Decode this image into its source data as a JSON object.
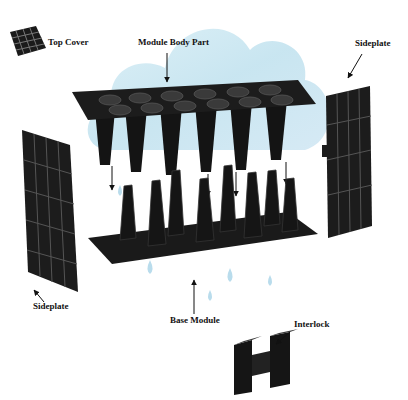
{
  "diagram": {
    "labels": [
      "Top Cover",
      "Module Body Part",
      "Sideplate",
      "Sideplate",
      "Base Module",
      "Interlock"
    ]
  }
}
